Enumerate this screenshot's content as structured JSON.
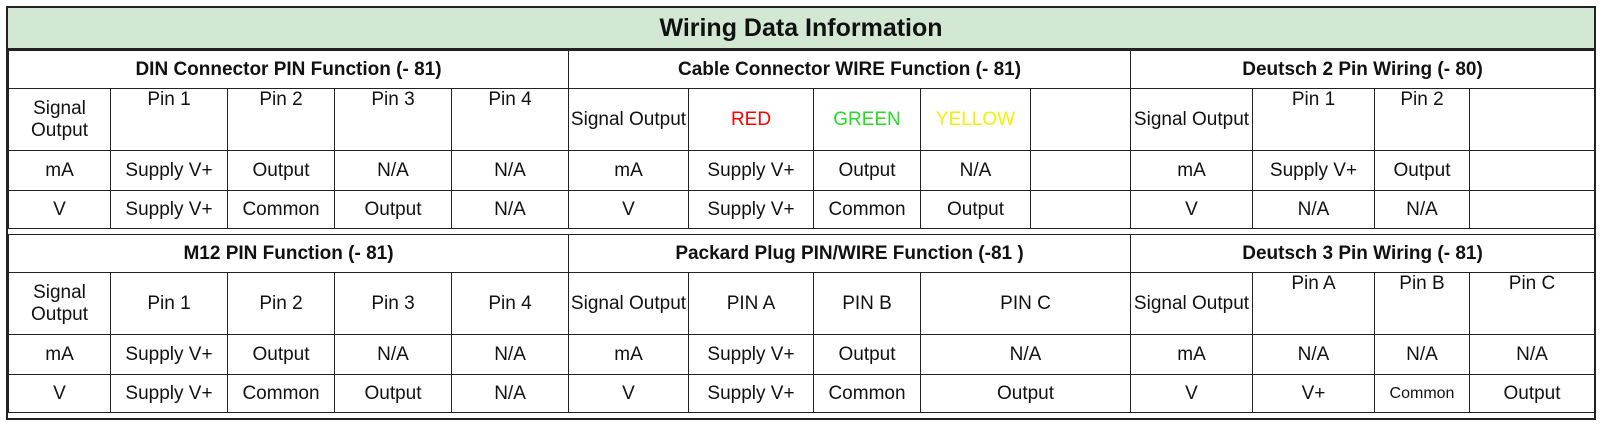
{
  "title": "Wiring Data Information",
  "colors": {
    "title_bg": "#d2e8d2",
    "red": "#ff0000",
    "green": "#22dd22",
    "yellow": "#f2f200"
  },
  "din": {
    "heading": "DIN Connector PIN Function (- 81)",
    "header": [
      "Signal Output",
      "Pin 1",
      "Pin 2",
      "Pin 3",
      "Pin 4"
    ],
    "rows": [
      [
        "mA",
        "Supply V+",
        "Output",
        "N/A",
        "N/A"
      ],
      [
        "V",
        "Supply V+",
        "Common",
        "Output",
        "N/A"
      ]
    ]
  },
  "cable": {
    "heading": "Cable Connector WIRE Function (- 81)",
    "header": [
      "Signal Output",
      "RED",
      "GREEN",
      "YELLOW",
      ""
    ],
    "rows": [
      [
        "mA",
        "Supply V+",
        "Output",
        "N/A",
        ""
      ],
      [
        "V",
        "Supply V+",
        "Common",
        "Output",
        ""
      ]
    ]
  },
  "deutsch2": {
    "heading": "Deutsch 2 Pin Wiring (- 80)",
    "header": [
      "Signal Output",
      "Pin 1",
      "Pin 2",
      ""
    ],
    "rows": [
      [
        "mA",
        "Supply V+",
        "Output",
        ""
      ],
      [
        "V",
        "N/A",
        "N/A",
        ""
      ]
    ]
  },
  "m12": {
    "heading": "M12 PIN Function (- 81)",
    "header": [
      "Signal Output",
      "Pin 1",
      "Pin 2",
      "Pin 3",
      "Pin 4"
    ],
    "rows": [
      [
        "mA",
        "Supply V+",
        "Output",
        "N/A",
        "N/A"
      ],
      [
        "V",
        "Supply V+",
        "Common",
        "Output",
        "N/A"
      ]
    ]
  },
  "packard": {
    "heading": "Packard Plug PIN/WIRE Function (-81 )",
    "header": [
      "Signal Output",
      "PIN A",
      "PIN B",
      "PIN C"
    ],
    "rows": [
      [
        "mA",
        "Supply V+",
        "Output",
        "N/A"
      ],
      [
        "V",
        "Supply V+",
        "Common",
        "Output"
      ]
    ]
  },
  "deutsch3": {
    "heading": "Deutsch 3 Pin Wiring (- 81)",
    "header": [
      "Signal Output",
      "Pin A",
      "Pin B",
      "Pin C"
    ],
    "rows": [
      [
        "mA",
        "N/A",
        "N/A",
        "N/A"
      ],
      [
        "V",
        "V+",
        "Common",
        "Output"
      ]
    ]
  }
}
